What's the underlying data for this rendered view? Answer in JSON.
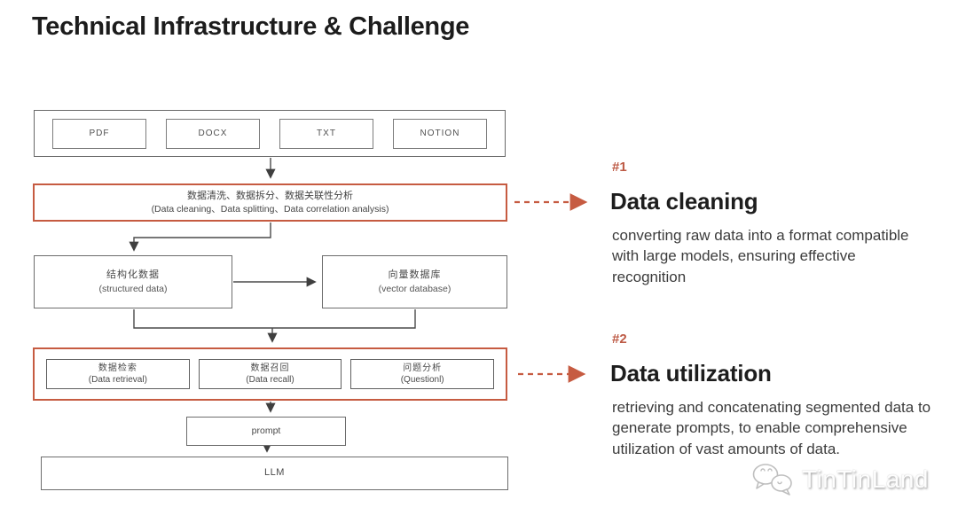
{
  "title": "Technical Infrastructure & Challenge",
  "colors": {
    "accent": "#c65b41",
    "flow_line": "#4a4a4a",
    "box_border": "#6d6d6d",
    "heading_text": "#1d1d1d",
    "body_text": "#3c3c3c"
  },
  "flowchart": {
    "sources": [
      "PDF",
      "DOCX",
      "TXT",
      "NOTION"
    ],
    "cleaning_step": {
      "zh": "数据清洗、数据拆分、数据关联性分析",
      "en": "(Data cleaning、Data splitting、Data correlation analysis)"
    },
    "structured": {
      "zh": "结构化数据",
      "en": "(structured data)"
    },
    "vector": {
      "zh": "向量数据库",
      "en": "(vector database)"
    },
    "utilization_steps": [
      {
        "zh": "数据检索",
        "en": "(Data retrieval)"
      },
      {
        "zh": "数据召回",
        "en": "(Data recall)"
      },
      {
        "zh": "问题分析",
        "en": "(Questionl)"
      }
    ],
    "prompt": "prompt",
    "llm": "LLM"
  },
  "annotations": [
    {
      "index": "#1",
      "heading": "Data cleaning",
      "body": "converting raw data into a format compatible with large models, ensuring effective recognition"
    },
    {
      "index": "#2",
      "heading": "Data utilization",
      "body": "retrieving and concatenating segmented data to generate prompts, to enable comprehensive utilization of vast amounts of data."
    }
  ],
  "watermark": {
    "brand": "TinTinLand"
  }
}
